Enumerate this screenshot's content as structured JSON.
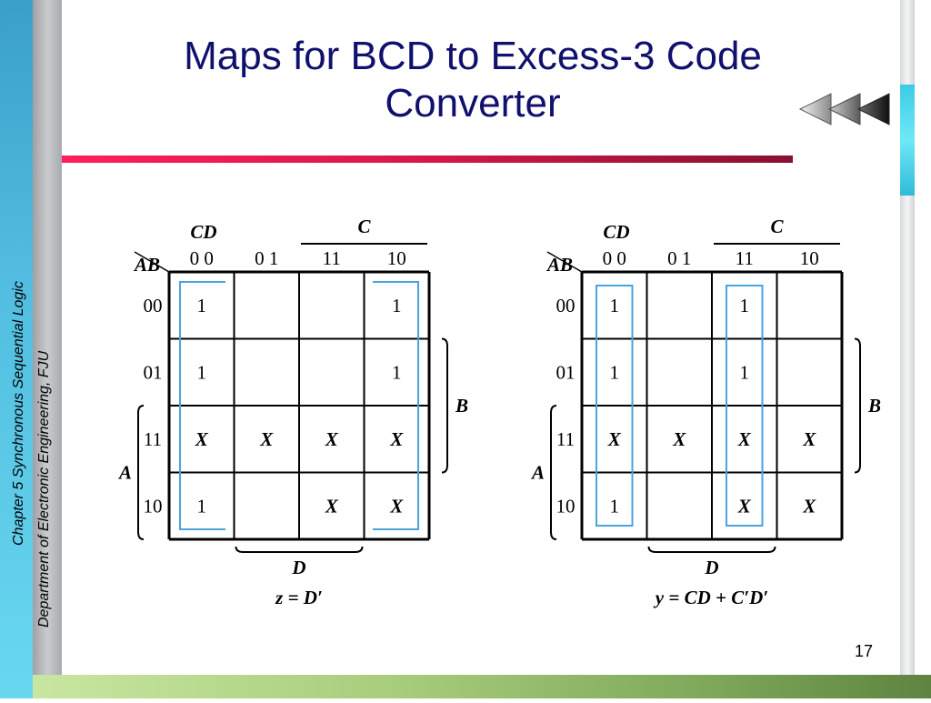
{
  "slide": {
    "title_line1": "Maps for BCD to Excess-3 Code",
    "title_line2": "Converter",
    "chapter": "Chapter 5 Synchronous Sequential Logic",
    "department": "Department of Electronic Engineering, FJU",
    "page_number": "17"
  },
  "nav": {
    "icon": "rewind-arrows-icon"
  },
  "maps": [
    {
      "col_var": "CD",
      "row_var": "AB",
      "col_heads": [
        "0 0",
        "0 1",
        "11",
        "10"
      ],
      "row_heads": [
        "00",
        "01",
        "11",
        "10"
      ],
      "cells": [
        [
          "1",
          "",
          "",
          "1"
        ],
        [
          "1",
          "",
          "",
          "1"
        ],
        [
          "X",
          "X",
          "X",
          "X"
        ],
        [
          "1",
          "",
          "X",
          "X"
        ]
      ],
      "var_c": "C",
      "var_b": "B",
      "var_a": "A",
      "var_d": "D",
      "equation": "z = D′"
    },
    {
      "col_var": "CD",
      "row_var": "AB",
      "col_heads": [
        "0 0",
        "0 1",
        "11",
        "10"
      ],
      "row_heads": [
        "00",
        "01",
        "11",
        "10"
      ],
      "cells": [
        [
          "1",
          "",
          "1",
          ""
        ],
        [
          "1",
          "",
          "1",
          ""
        ],
        [
          "X",
          "X",
          "X",
          "X"
        ],
        [
          "1",
          "",
          "X",
          "X"
        ]
      ],
      "var_c": "C",
      "var_b": "B",
      "var_a": "A",
      "var_d": "D",
      "equation": "y = CD + C′D′"
    }
  ],
  "colors": {
    "title": "#10106e",
    "grouping": "#4aa3e0",
    "rule": "#d61848"
  }
}
